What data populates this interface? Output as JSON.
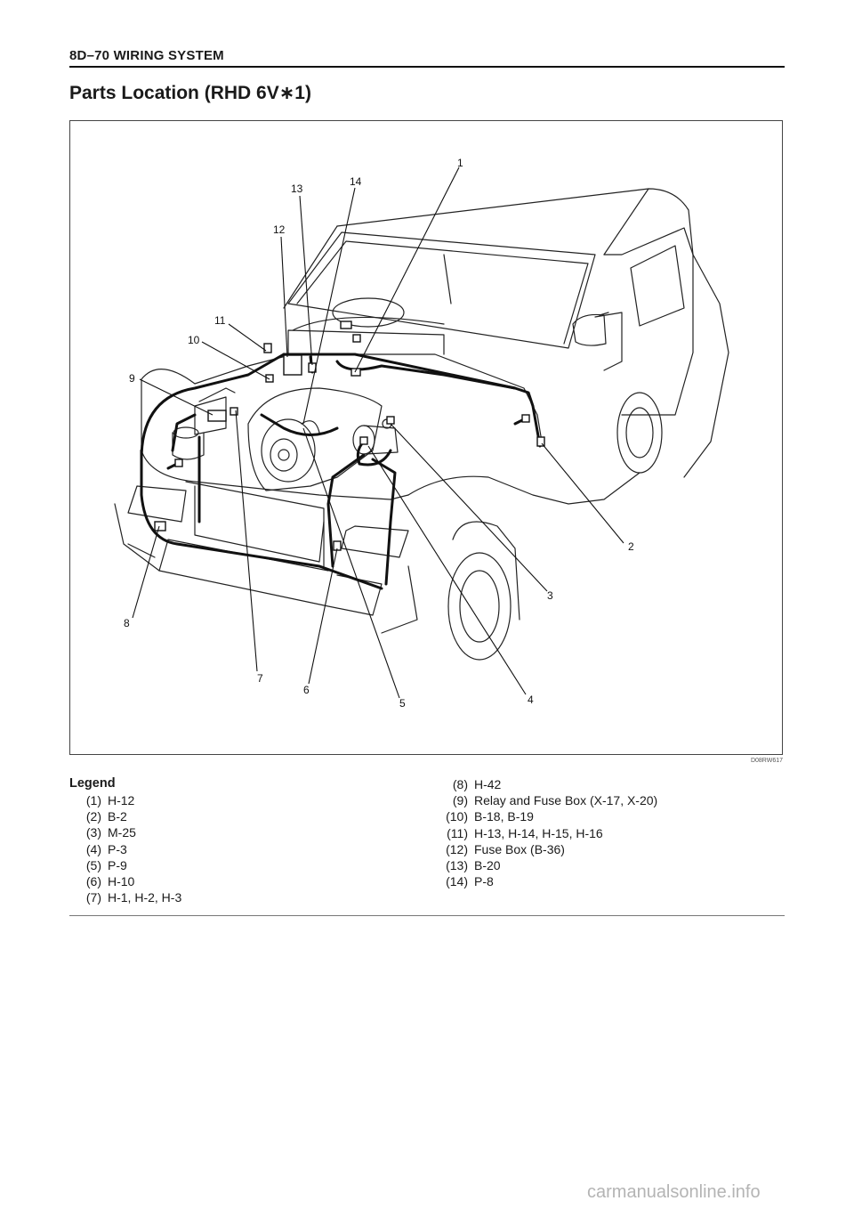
{
  "header": {
    "section": "8D–70   WIRING SYSTEM"
  },
  "title": "Parts Location (RHD 6V∗1)",
  "figure": {
    "id": "D08RW617",
    "callouts": [
      "1",
      "2",
      "3",
      "4",
      "5",
      "6",
      "7",
      "8",
      "9",
      "10",
      "11",
      "12",
      "13",
      "14"
    ]
  },
  "legend": {
    "title": "Legend",
    "items": [
      {
        "num": "(1)",
        "text": "H-12"
      },
      {
        "num": "(2)",
        "text": "B-2"
      },
      {
        "num": "(3)",
        "text": "M-25"
      },
      {
        "num": "(4)",
        "text": "P-3"
      },
      {
        "num": "(5)",
        "text": "P-9"
      },
      {
        "num": "(6)",
        "text": "H-10"
      },
      {
        "num": "(7)",
        "text": "H-1, H-2, H-3"
      },
      {
        "num": "(8)",
        "text": "H-42"
      },
      {
        "num": "(9)",
        "text": "Relay and Fuse Box (X-17, X-20)"
      },
      {
        "num": "(10)",
        "text": "B-18, B-19"
      },
      {
        "num": "(11)",
        "text": "H-13, H-14, H-15, H-16"
      },
      {
        "num": "(12)",
        "text": "Fuse Box (B-36)"
      },
      {
        "num": "(13)",
        "text": "B-20"
      },
      {
        "num": "(14)",
        "text": "P-8"
      }
    ]
  },
  "watermark": "carmanualsonline.info"
}
